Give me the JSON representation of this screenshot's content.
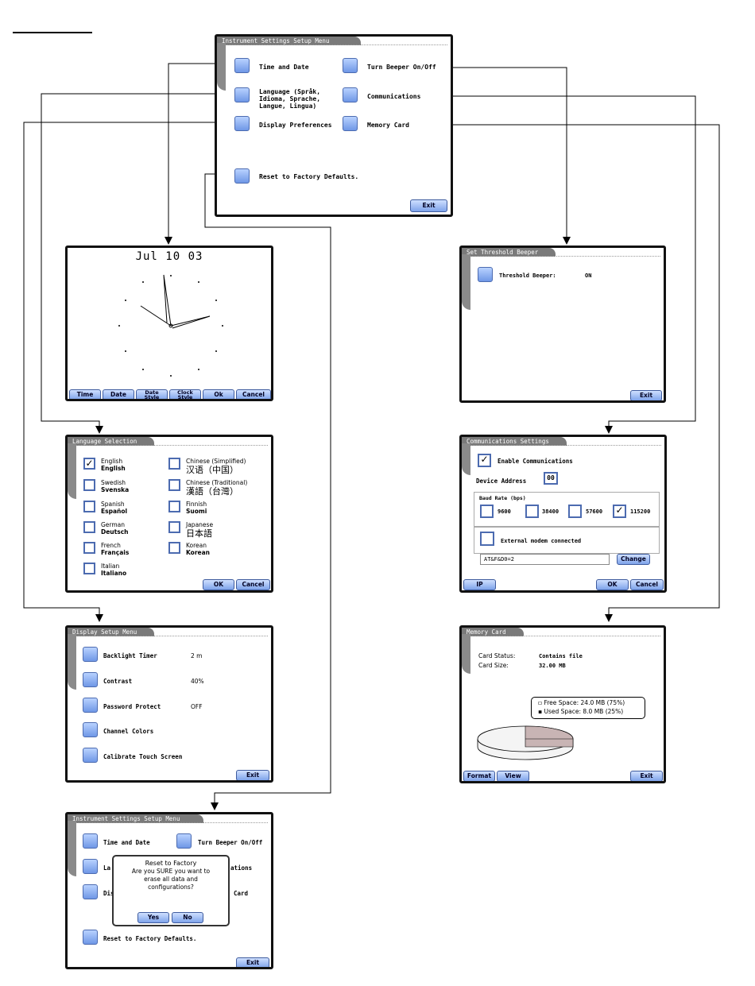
{
  "main_menu": {
    "title": "Instrument Settings Setup Menu",
    "items": {
      "time_date": "Time and Date",
      "beeper": "Turn Beeper On/Off",
      "language": "Language (Språk,\nIdioma, Sprache,\nLangue, Lingua)",
      "communications": "Communications",
      "display": "Display Preferences",
      "memory": "Memory Card",
      "reset": "Reset to Factory Defaults."
    },
    "exit": "Exit"
  },
  "clock": {
    "date": "Jul 10 03",
    "buttons": [
      "Time",
      "Date",
      "Date\nStyle",
      "Clock\nStyle",
      "Ok",
      "Cancel"
    ]
  },
  "threshold": {
    "title": "Set Threshold Beeper",
    "label": "Threshold Beeper:",
    "value": "ON",
    "exit": "Exit"
  },
  "language": {
    "title": "Language Selection",
    "left": [
      {
        "a": "English",
        "b": "English",
        "checked": true
      },
      {
        "a": "Swedish",
        "b": "Svenska",
        "checked": false
      },
      {
        "a": "Spanish",
        "b": "Español",
        "checked": false
      },
      {
        "a": "German",
        "b": "Deutsch",
        "checked": false
      },
      {
        "a": "French",
        "b": "Français",
        "checked": false
      },
      {
        "a": "Italian",
        "b": "Italiano",
        "checked": false
      }
    ],
    "right": [
      {
        "a": "Chinese (Simplified)",
        "b": "汉语（中国）"
      },
      {
        "a": "Chinese (Traditional)",
        "b": "漢語（台灣）"
      },
      {
        "a": "Finnish",
        "b": "Suomi"
      },
      {
        "a": "Japanese",
        "b": "日本語"
      },
      {
        "a": "Korean",
        "b": "Korean"
      }
    ],
    "ok": "OK",
    "cancel": "Cancel"
  },
  "comms": {
    "title": "Communications Settings",
    "enable": "Enable Communications",
    "address_label": "Device Address",
    "address": "00",
    "baud_label": "Baud Rate (bps)",
    "bauds": [
      "9600",
      "38400",
      "57600",
      "115200"
    ],
    "baud_selected": "115200",
    "modem": "External modem connected",
    "modem_string": "AT&F&D0=2",
    "change": "Change",
    "ip": "IP",
    "ok": "OK",
    "cancel": "Cancel"
  },
  "display": {
    "title": "Display Setup Menu",
    "items": [
      {
        "label": "Backlight Timer",
        "value": "2 m"
      },
      {
        "label": "Contrast",
        "value": "40%"
      },
      {
        "label": "Password Protect",
        "value": "OFF"
      },
      {
        "label": "Channel Colors",
        "value": ""
      },
      {
        "label": "Calibrate Touch Screen",
        "value": ""
      }
    ],
    "exit": "Exit"
  },
  "memory": {
    "title": "Memory Card",
    "status_label": "Card Status:",
    "status": "Contains file",
    "size_label": "Card Size:",
    "size": "32.00 MB",
    "free": "Free Space: 24.0 MB (75%)",
    "used": "Used Space: 8.0 MB (25%)",
    "free_fraction": 0.75,
    "used_fraction": 0.25,
    "format": "Format",
    "view": "View",
    "exit": "Exit"
  },
  "reset_menu": {
    "title": "Instrument Settings Setup Menu",
    "time_date": "Time and Date",
    "beeper": "Turn Beeper On/Off",
    "language_partial": "La",
    "comms_partial": "ations",
    "display_partial": "Dis",
    "memory_partial": "Card",
    "reset": "Reset to Factory Defaults.",
    "dialog_title": "Reset to Factory",
    "dialog_text": "Are you SURE you want to\nerase all data and\nconfigurations?",
    "yes": "Yes",
    "no": "No",
    "exit": "Exit"
  },
  "colors": {
    "button_blue": "#7ea3ea",
    "rail_gray": "#8a8a8a",
    "pie_used": "#c8b4b4"
  }
}
